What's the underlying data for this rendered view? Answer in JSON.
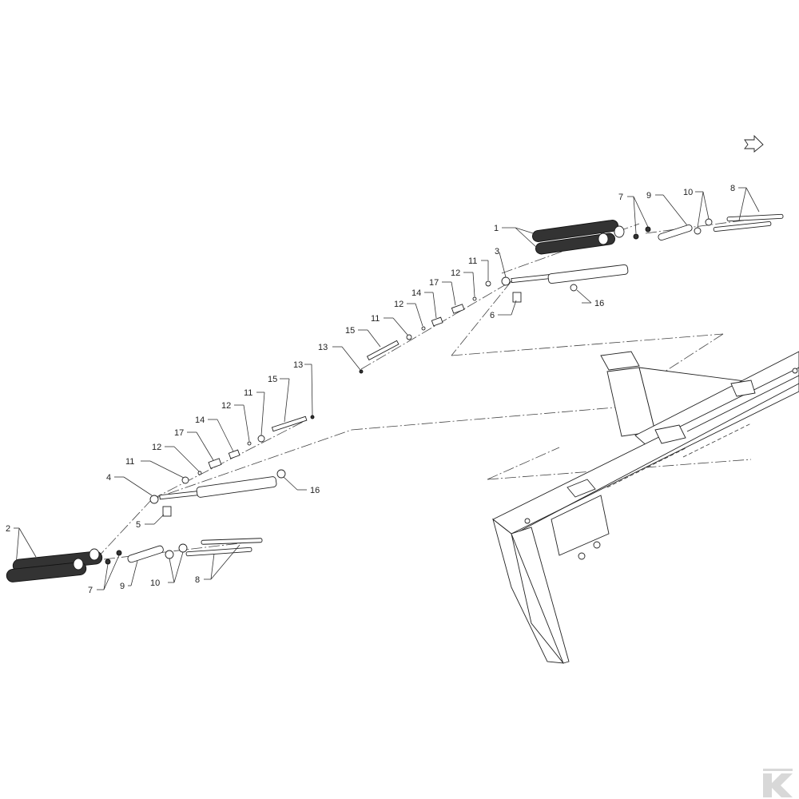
{
  "diagram": {
    "callouts": [
      {
        "id": "c-upper-1",
        "text": "1"
      },
      {
        "id": "c-upper-3",
        "text": "3"
      },
      {
        "id": "c-upper-6",
        "text": "6"
      },
      {
        "id": "c-upper-7",
        "text": "7"
      },
      {
        "id": "c-upper-8",
        "text": "8"
      },
      {
        "id": "c-upper-9",
        "text": "9"
      },
      {
        "id": "c-upper-10",
        "text": "10"
      },
      {
        "id": "c-upper-11a",
        "text": "11"
      },
      {
        "id": "c-upper-11b",
        "text": "11"
      },
      {
        "id": "c-upper-12a",
        "text": "12"
      },
      {
        "id": "c-upper-12b",
        "text": "12"
      },
      {
        "id": "c-upper-13",
        "text": "13"
      },
      {
        "id": "c-upper-14",
        "text": "14"
      },
      {
        "id": "c-upper-15",
        "text": "15"
      },
      {
        "id": "c-upper-16",
        "text": "16"
      },
      {
        "id": "c-upper-17",
        "text": "17"
      },
      {
        "id": "c-lower-2",
        "text": "2"
      },
      {
        "id": "c-lower-4",
        "text": "4"
      },
      {
        "id": "c-lower-5",
        "text": "5"
      },
      {
        "id": "c-lower-7",
        "text": "7"
      },
      {
        "id": "c-lower-8",
        "text": "8"
      },
      {
        "id": "c-lower-9",
        "text": "9"
      },
      {
        "id": "c-lower-10",
        "text": "10"
      },
      {
        "id": "c-lower-11a",
        "text": "11"
      },
      {
        "id": "c-lower-11b",
        "text": "11"
      },
      {
        "id": "c-lower-12a",
        "text": "12"
      },
      {
        "id": "c-lower-12b",
        "text": "12"
      },
      {
        "id": "c-lower-13",
        "text": "13"
      },
      {
        "id": "c-lower-14",
        "text": "14"
      },
      {
        "id": "c-lower-15",
        "text": "15"
      },
      {
        "id": "c-lower-16",
        "text": "16"
      },
      {
        "id": "c-lower-17",
        "text": "17"
      }
    ],
    "icons": {
      "orientation": "direction-arrow-icon",
      "brand": "brand-logo-icon"
    },
    "colors": {
      "line": "#222222",
      "spring": "#333333",
      "logo": "#d8d8d8"
    }
  }
}
